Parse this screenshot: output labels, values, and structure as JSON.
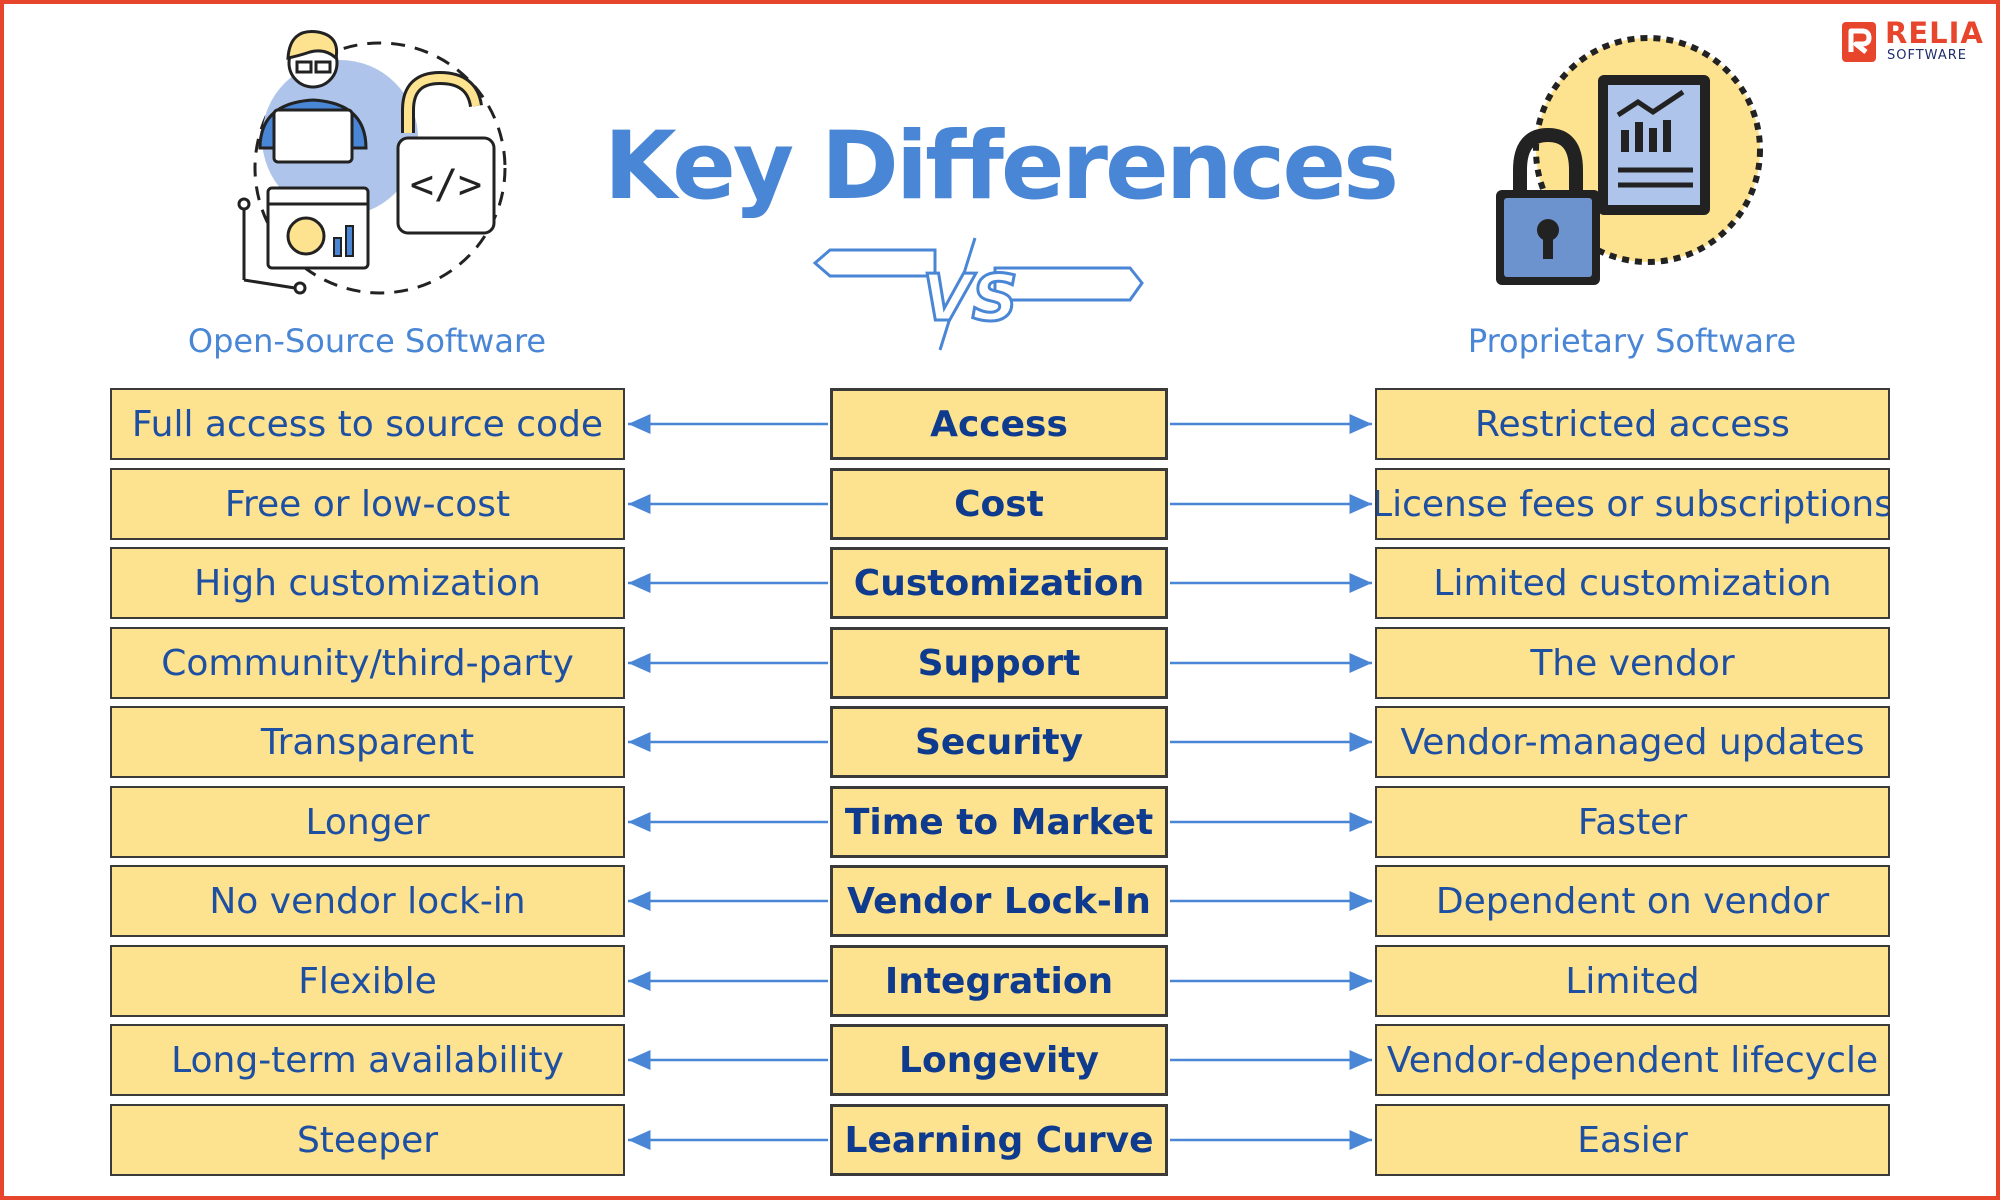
{
  "header": {
    "title": "Key Differences",
    "vs_text": "VS",
    "left_label": "Open-Source Software",
    "right_label": "Proprietary Software"
  },
  "logo": {
    "brand": "RELIA",
    "sub": "SOFTWARE"
  },
  "colors": {
    "frame": "#e8462c",
    "title": "#4a86d6",
    "cell_fill": "#fde28f",
    "cell_text": "#1d4fa3",
    "center_text": "#0e3b8e",
    "arrow": "#4a86d6"
  },
  "icons": {
    "left": "developer-laptop-unlocked-code-icon",
    "right": "locked-report-document-icon"
  },
  "rows": [
    {
      "criterion": "Access",
      "open_source": "Full access to source code",
      "proprietary": "Restricted access"
    },
    {
      "criterion": "Cost",
      "open_source": "Free or low-cost",
      "proprietary": "License fees or subscriptions"
    },
    {
      "criterion": "Customization",
      "open_source": "High customization",
      "proprietary": "Limited customization"
    },
    {
      "criterion": "Support",
      "open_source": "Community/third-party",
      "proprietary": "The vendor"
    },
    {
      "criterion": "Security",
      "open_source": "Transparent",
      "proprietary": "Vendor-managed updates"
    },
    {
      "criterion": "Time to Market",
      "open_source": "Longer",
      "proprietary": "Faster"
    },
    {
      "criterion": "Vendor Lock-In",
      "open_source": "No vendor lock-in",
      "proprietary": "Dependent on vendor"
    },
    {
      "criterion": "Integration",
      "open_source": "Flexible",
      "proprietary": "Limited"
    },
    {
      "criterion": "Longevity",
      "open_source": "Long-term availability",
      "proprietary": "Vendor-dependent lifecycle"
    },
    {
      "criterion": "Learning Curve",
      "open_source": "Steeper",
      "proprietary": "Easier"
    }
  ]
}
